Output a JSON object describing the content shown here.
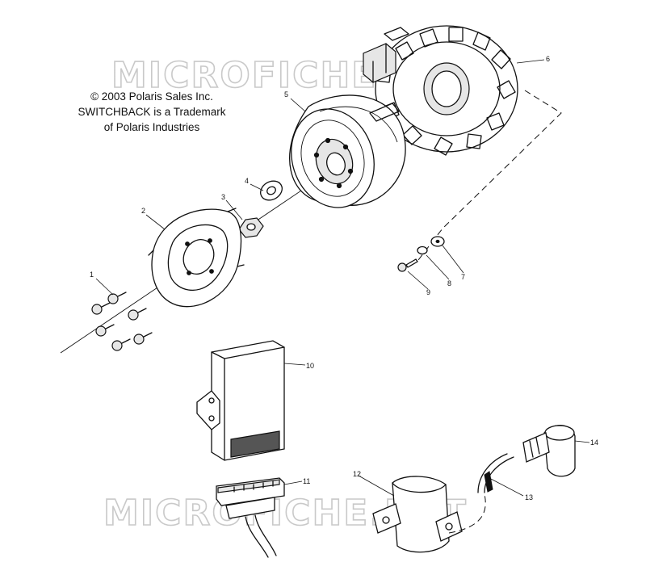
{
  "copyright": {
    "line1": "© 2003 Polaris Sales Inc.",
    "line2": "SWITCHBACK is a Trademark",
    "line3": "of Polaris Industries"
  },
  "watermark": {
    "top": "MICROFICHE.NET",
    "bottom": "MICROFICHE.NET"
  },
  "callouts": {
    "c1": "1",
    "c2": "2",
    "c3": "3",
    "c4": "4",
    "c5": "5",
    "c6": "6",
    "c7": "7",
    "c8": "8",
    "c9": "9",
    "c10": "10",
    "c11": "11",
    "c12": "12",
    "c13": "13",
    "c14": "14"
  }
}
